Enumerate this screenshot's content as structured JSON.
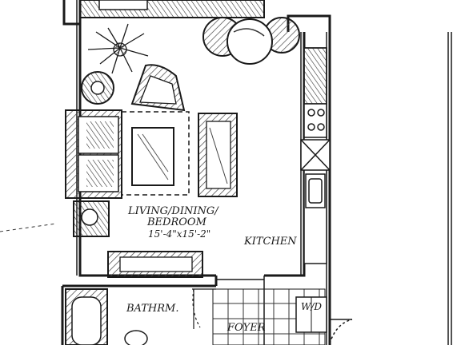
{
  "rooms": {
    "living": {
      "name_lines": [
        "LIVING/DINING/",
        "BEDROOM"
      ],
      "dimensions": "15'-4\"x15'-2\""
    },
    "kitchen": {
      "name": "KITCHEN"
    },
    "bathroom": {
      "name": "BATHRM."
    },
    "foyer": {
      "name": "FOYER"
    },
    "laundry": {
      "name": "W/D"
    }
  },
  "colors": {
    "ink": "#1a1a1a",
    "hatch": "#444444",
    "paper": "#ffffff"
  }
}
